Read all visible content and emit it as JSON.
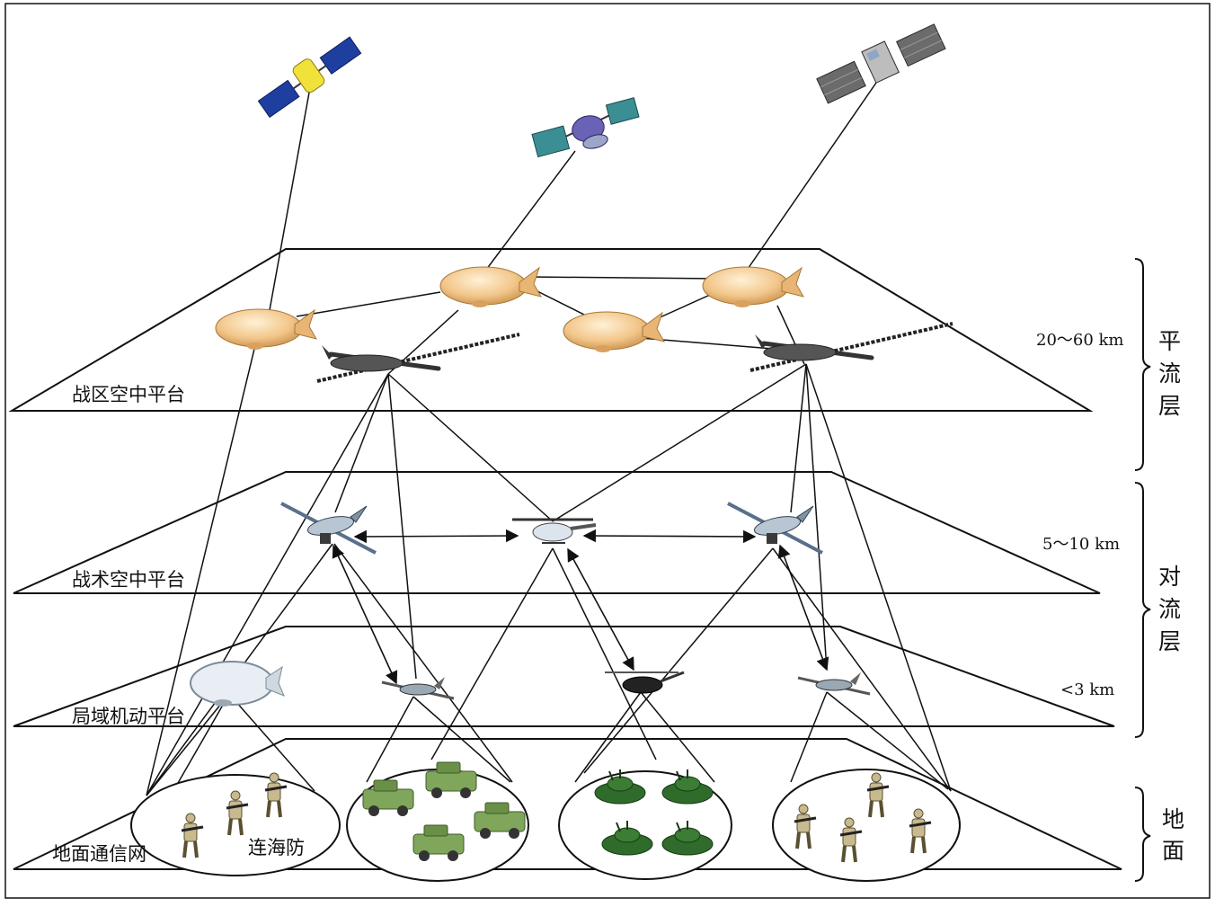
{
  "layers": {
    "theater": "战区空中平台",
    "tactical": "战术空中平台",
    "local": "局域机动平台",
    "ground": "地面通信网"
  },
  "altitudes": {
    "stratosphere": "20～60 km",
    "tactical": "5～10 km",
    "local": "<3 km"
  },
  "zones": {
    "stratosphere": [
      "平",
      "流",
      "层"
    ],
    "troposphere": [
      "对",
      "流",
      "层"
    ],
    "ground": [
      "地",
      "面"
    ]
  },
  "ground_unit_label": "连海防",
  "icons": {
    "satellites": [
      "satellite-yellow-icon",
      "satellite-teal-icon",
      "satellite-gray-icon"
    ],
    "airships": [
      "airship-icon"
    ],
    "uavs": [
      "high-altitude-uav-icon",
      "tactical-uav-icon",
      "helicopter-icon",
      "small-uav-icon"
    ],
    "ground": [
      "soldier-icon",
      "humvee-icon",
      "tank-icon"
    ]
  },
  "colors": {
    "line": "#111111",
    "airship": "#f2c68a",
    "satellite_blue_panel": "#1f3fa0",
    "satellite_teal_panel": "#3b8f94",
    "satellite_gray_panel": "#6b6b6b",
    "satellite_yellow_body": "#f0e23a",
    "humvee": "#7fa65a",
    "tank": "#2f6b2a",
    "soldier": "#c8b98f"
  }
}
